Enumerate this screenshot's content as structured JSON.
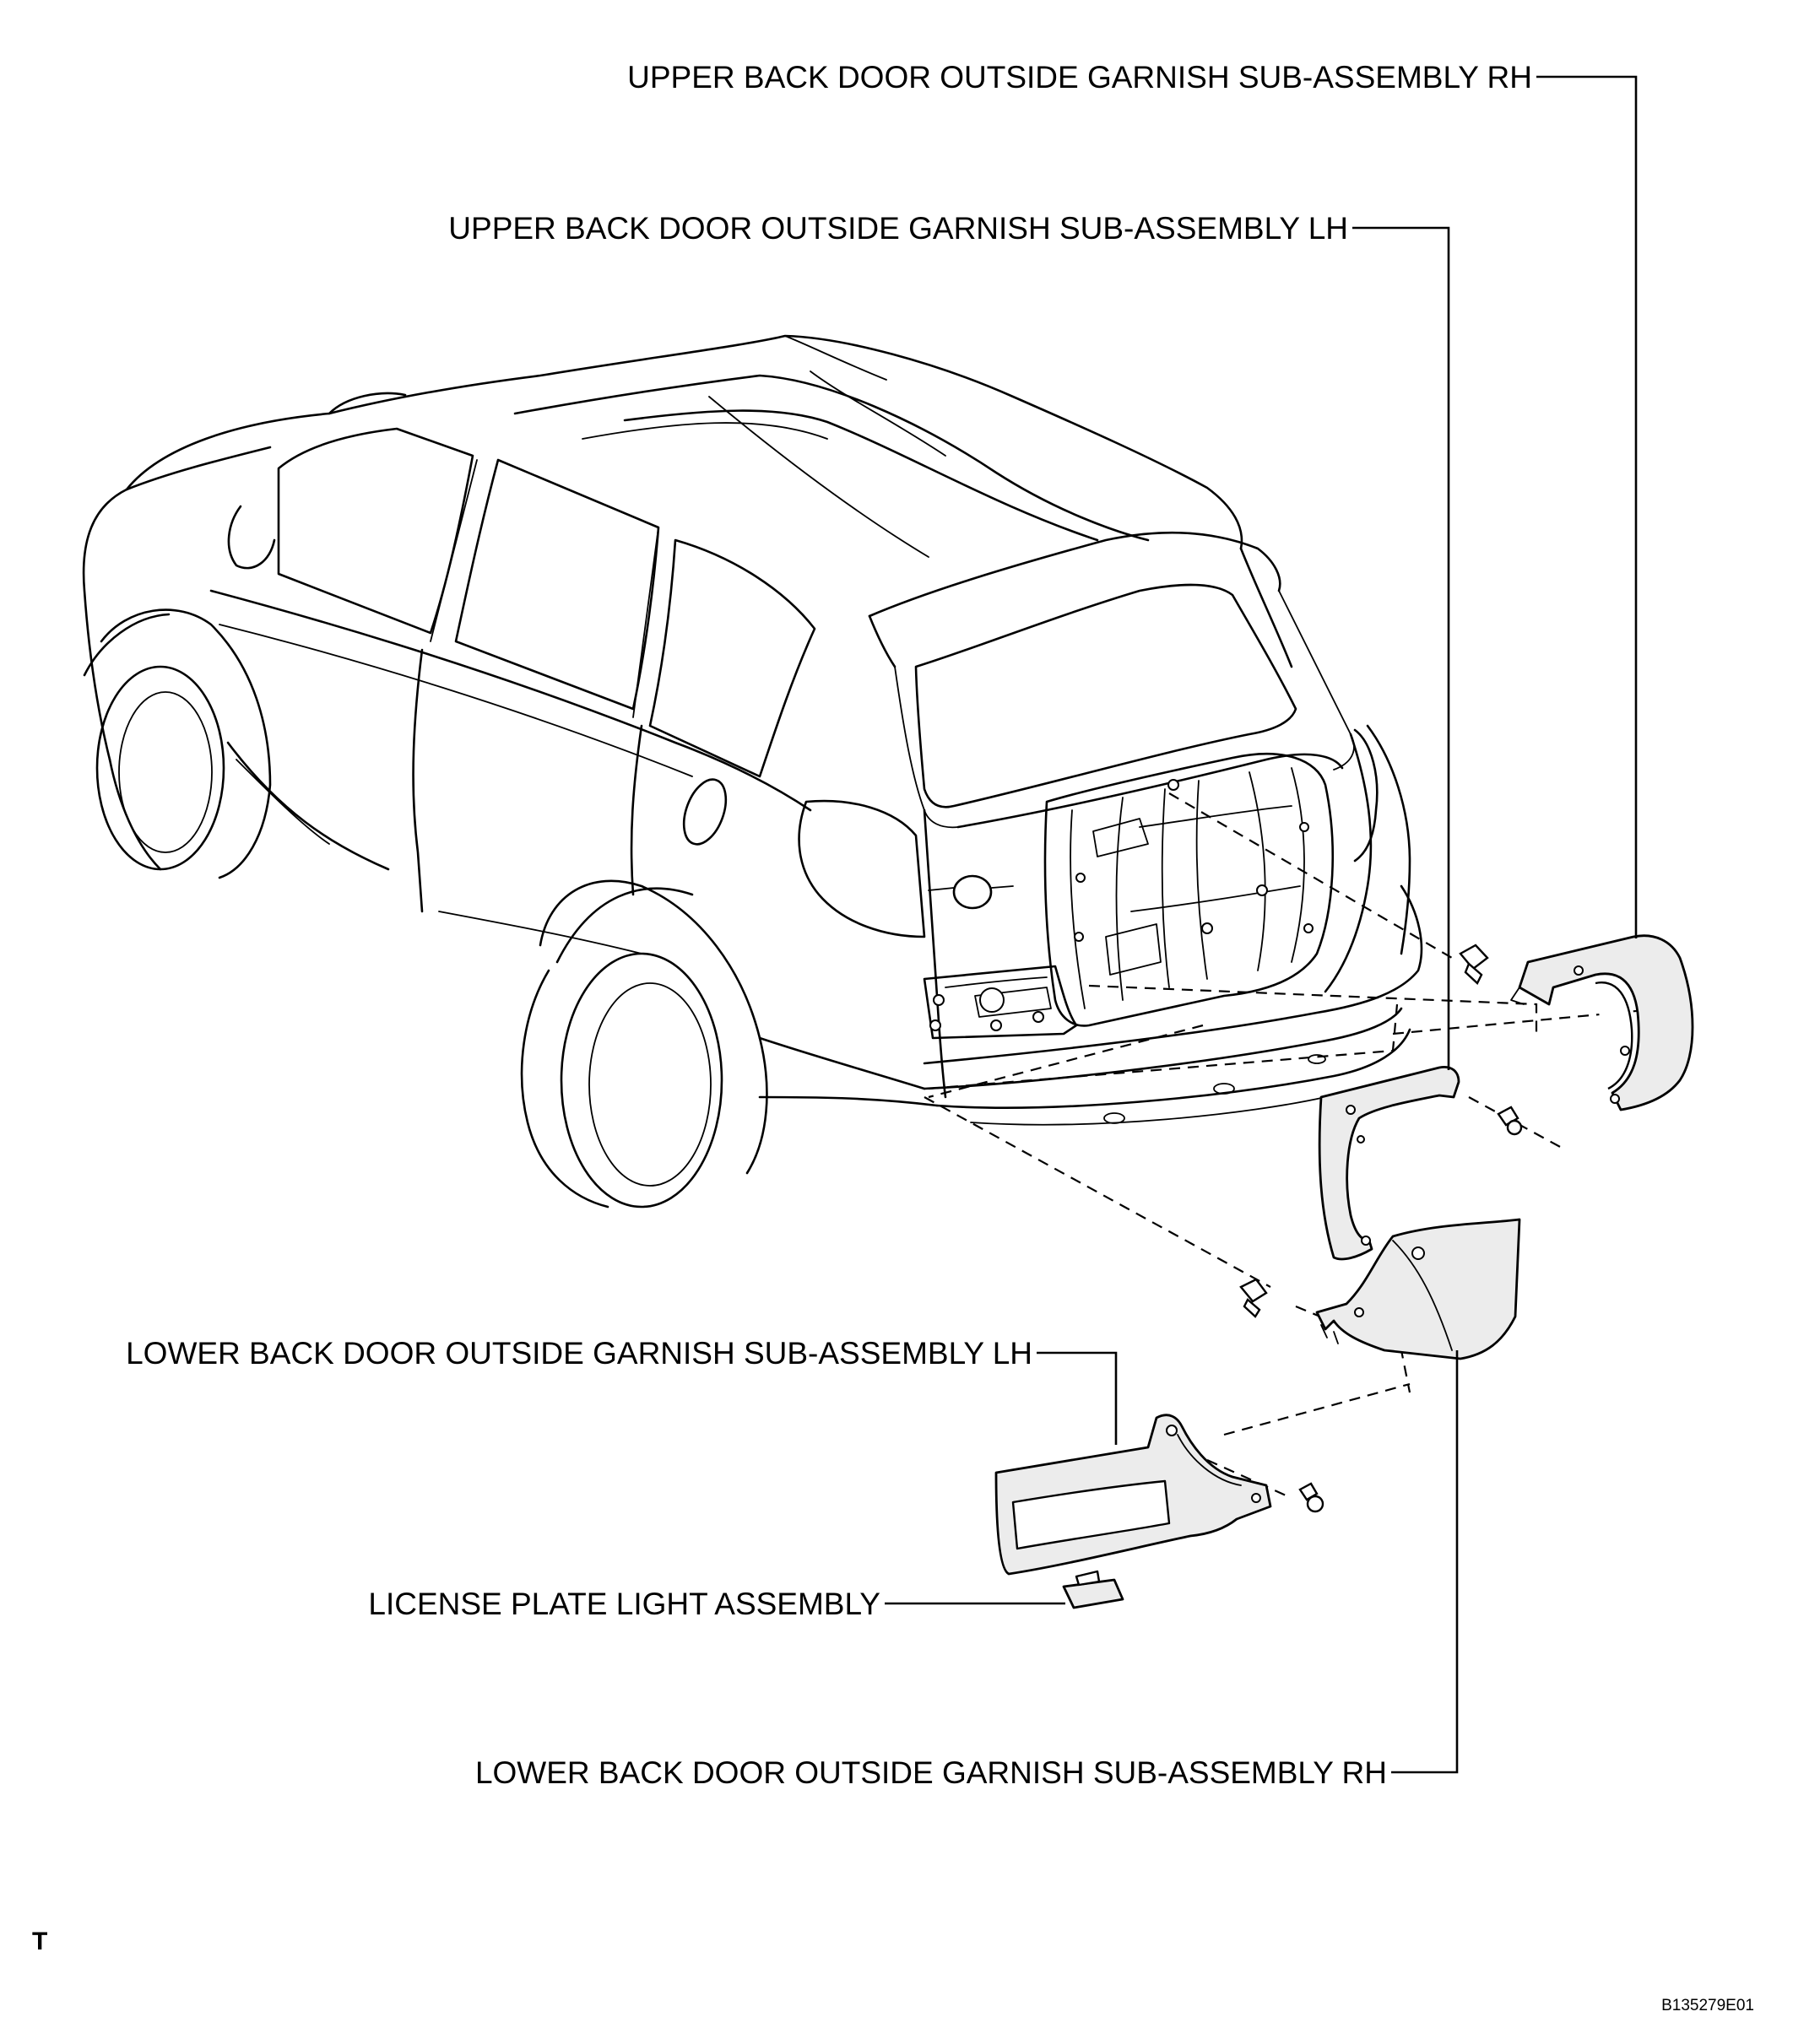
{
  "labels": {
    "upper_rh": "UPPER BACK DOOR OUTSIDE GARNISH SUB-ASSEMBLY RH",
    "upper_lh": "UPPER BACK DOOR OUTSIDE GARNISH SUB-ASSEMBLY LH",
    "lower_lh": "LOWER BACK DOOR OUTSIDE GARNISH SUB-ASSEMBLY LH",
    "license_light": "LICENSE PLATE LIGHT ASSEMBLY",
    "lower_rh": "LOWER BACK DOOR OUTSIDE GARNISH SUB-ASSEMBLY RH"
  },
  "corner_mark": "T",
  "figure_id": "B135279E01"
}
